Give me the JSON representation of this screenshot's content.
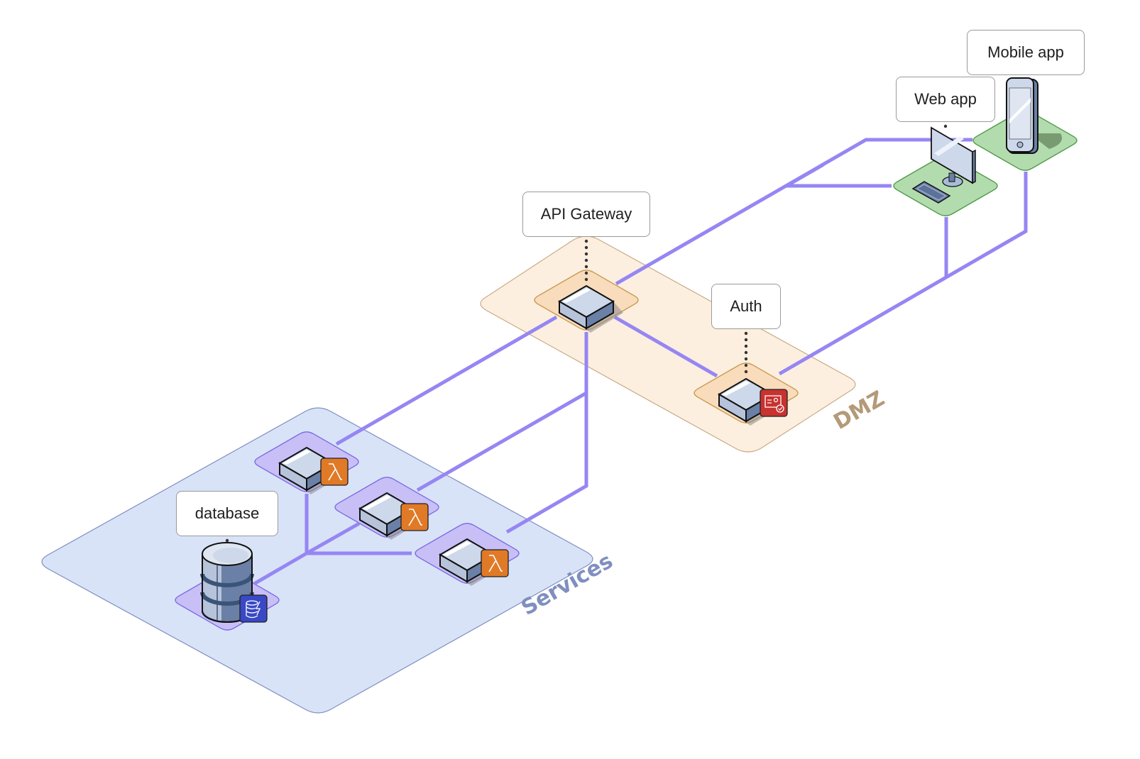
{
  "diagram": {
    "zones": [
      {
        "id": "services",
        "label": "Services",
        "fill": "#d9e3f8",
        "stroke": "#7f8fc0",
        "label_color": "#7f8fc0"
      },
      {
        "id": "dmz",
        "label": "DMZ",
        "fill": "#fcefdf",
        "stroke": "#c9ab86",
        "label_color": "#b49a78"
      }
    ],
    "nodes": [
      {
        "id": "mobile-app",
        "label": "Mobile app",
        "kind": "phone",
        "pad_color": "#b3dcae",
        "pad_stroke": "#4c9a45"
      },
      {
        "id": "web-app",
        "label": "Web app",
        "kind": "desktop",
        "pad_color": "#b3dcae",
        "pad_stroke": "#4c9a45"
      },
      {
        "id": "api-gateway",
        "label": "API Gateway",
        "kind": "server",
        "pad_color": "#f8dcbc",
        "pad_stroke": "#c89a52"
      },
      {
        "id": "auth",
        "label": "Auth",
        "kind": "server",
        "badge": "identity-badge-icon",
        "badge_color": "#c8322f",
        "pad_color": "#f8dcbc",
        "pad_stroke": "#c89a52"
      },
      {
        "id": "lambda-1",
        "label": "",
        "kind": "server",
        "badge": "lambda-icon",
        "badge_color": "#e07a27",
        "pad_color": "#c9bff7",
        "pad_stroke": "#7a6ee0"
      },
      {
        "id": "lambda-2",
        "label": "",
        "kind": "server",
        "badge": "lambda-icon",
        "badge_color": "#e07a27",
        "pad_color": "#c9bff7",
        "pad_stroke": "#7a6ee0"
      },
      {
        "id": "lambda-3",
        "label": "",
        "kind": "server",
        "badge": "lambda-icon",
        "badge_color": "#e07a27",
        "pad_color": "#c9bff7",
        "pad_stroke": "#7a6ee0"
      },
      {
        "id": "database",
        "label": "database",
        "kind": "database",
        "badge": "dynamodb-icon",
        "badge_color": "#3948c4",
        "pad_color": "#c9bff7",
        "pad_stroke": "#7a6ee0"
      }
    ],
    "connections": [
      {
        "from": "web-app",
        "to": "api-gateway"
      },
      {
        "from": "mobile-app",
        "to": "api-gateway"
      },
      {
        "from": "web-app",
        "to": "auth"
      },
      {
        "from": "mobile-app",
        "to": "auth"
      },
      {
        "from": "api-gateway",
        "to": "auth"
      },
      {
        "from": "api-gateway",
        "to": "lambda-1"
      },
      {
        "from": "api-gateway",
        "to": "lambda-2"
      },
      {
        "from": "api-gateway",
        "to": "lambda-3"
      },
      {
        "from": "lambda-1",
        "to": "database"
      },
      {
        "from": "lambda-2",
        "to": "database"
      },
      {
        "from": "lambda-3",
        "to": "database"
      }
    ],
    "connection_color": "#9686f3"
  }
}
